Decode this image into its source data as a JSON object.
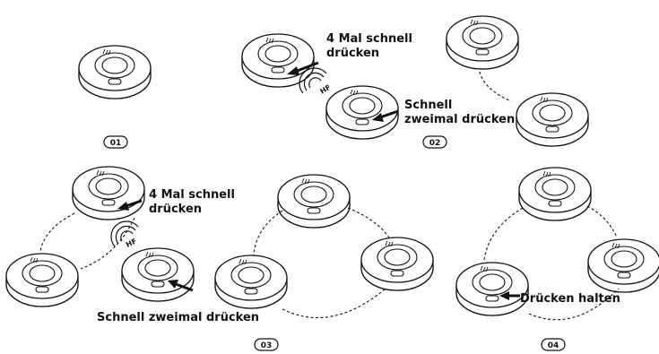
{
  "steps": [
    {
      "id": "01",
      "label": "01"
    },
    {
      "id": "02",
      "label": "02",
      "instruction_first": [
        "4 Mal schnell",
        "drücken"
      ],
      "hf": "HF",
      "instruction_second": [
        "Schnell",
        "zweimal drücken"
      ]
    },
    {
      "id": "03",
      "label": "03",
      "instruction_first": [
        "4 Mal schnell",
        "drücken"
      ],
      "hf": "HF",
      "instruction_second": "Schnell zweimal drücken"
    },
    {
      "id": "04",
      "label": "04",
      "instruction": "Drücken halten"
    }
  ]
}
